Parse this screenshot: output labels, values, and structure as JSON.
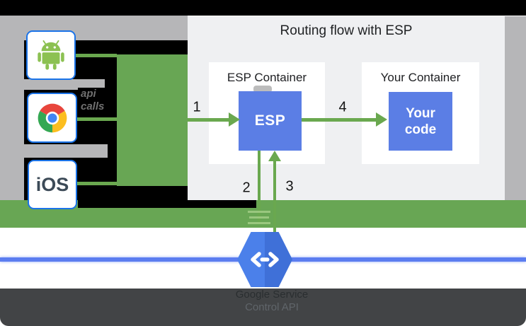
{
  "title": "Routing flow with ESP",
  "clients": {
    "android": {
      "icon": "android-icon"
    },
    "chrome": {
      "icon": "chrome-icon"
    },
    "ios": {
      "icon": "ios-icon",
      "label": "iOS"
    }
  },
  "occluded_label": {
    "line1": "api",
    "line2": "calls"
  },
  "esp_container": {
    "title": "ESP Container",
    "node": "ESP"
  },
  "your_container": {
    "title": "Your Container",
    "node_line1": "Your",
    "node_line2": "code"
  },
  "flow_labels": {
    "step1": "1",
    "step2": "2",
    "step3": "3",
    "step4": "4"
  },
  "google_service": {
    "icon": "cloud-endpoints-hexagon-icon",
    "line1": "Google Service",
    "line2": "Control API"
  },
  "colors": {
    "arrow_green": "#6aa84f",
    "band_green": "#68a654",
    "node_blue": "#5b7ee5",
    "border_blue": "#1a73e8",
    "hexagon_blue": "#4b80ea",
    "panel_gray": "#eff0f2",
    "band_gray": "#b6b6b8",
    "footer_dark": "#424446",
    "rule_blue": "#5b7df0"
  }
}
